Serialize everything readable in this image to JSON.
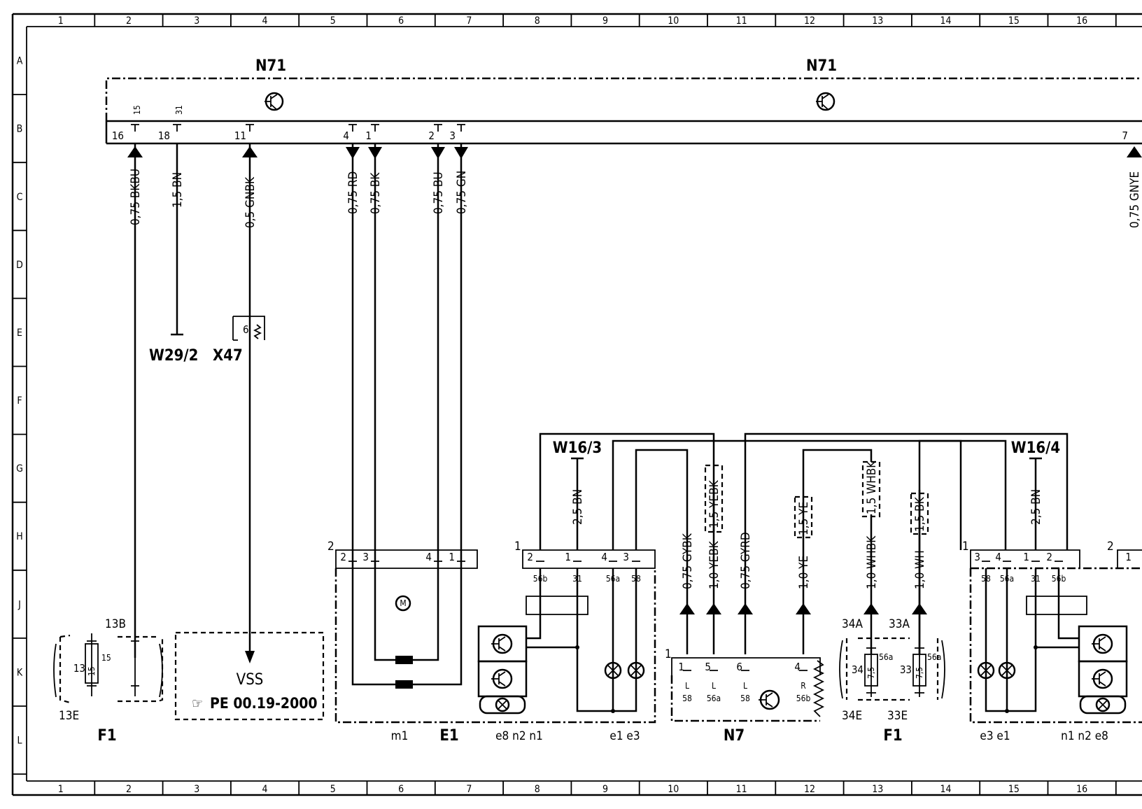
{
  "grid": {
    "columns": [
      "1",
      "2",
      "3",
      "4",
      "5",
      "6",
      "7",
      "8",
      "9",
      "10",
      "11",
      "12",
      "13",
      "14",
      "15",
      "16"
    ],
    "rows": [
      "A",
      "B",
      "C",
      "D",
      "E",
      "F",
      "G",
      "H",
      "J",
      "K",
      "L"
    ]
  },
  "components": {
    "n71_left": "N71",
    "n71_right": "N71",
    "w29_2": "W29/2",
    "x47": "X47",
    "f1_left": "F1",
    "e1": "E1",
    "n7": "N7",
    "f1_right": "F1",
    "w16_3": "W16/3",
    "w16_4": "W16/4"
  },
  "n71_pins": [
    {
      "num": "16",
      "term": "15"
    },
    {
      "num": "18",
      "term": "31"
    },
    {
      "num": "11",
      "term": ""
    },
    {
      "num": "4",
      "term": ""
    },
    {
      "num": "1",
      "term": ""
    },
    {
      "num": "2",
      "term": ""
    },
    {
      "num": "3",
      "term": ""
    },
    {
      "num": "7",
      "term": ""
    }
  ],
  "wires": {
    "bkbu": "0,75 BKBU",
    "bn15": "1,5 BN",
    "gnbk": "0,5 GNBK",
    "rd": "0,75 RD",
    "bk": "0,75 BK",
    "bu": "0,75 BU",
    "gn": "0,75 GN",
    "gnye": "0,75 GNYE",
    "bn25_left": "2,5 BN",
    "gybk": "0,75 GYBK",
    "yebk15": "1,5 YEBK",
    "yebk10": "1,0 YEBK",
    "gyrd": "0,75 GYRD",
    "ye15": "1,5 YE",
    "ye10": "1,0 YE",
    "whbk15": "1,5 WHBK",
    "whbk10": "1,0 WHBK",
    "bk15": "1,5 BK",
    "wh10": "1,0 WH",
    "bn25_right": "2,5 BN"
  },
  "x47_pin": "6",
  "vss": {
    "title": "VSS",
    "ref": "PE 00.19-2000"
  },
  "f1_left": {
    "top": "13B",
    "bottom": "13E",
    "fuse": "15",
    "num": "13",
    "side": "15"
  },
  "e1": {
    "conn2": "2",
    "conn2_pins": [
      "2",
      "3",
      "4",
      "1"
    ],
    "conn1": "1",
    "conn1_pins": [
      "2",
      "1",
      "4",
      "3"
    ],
    "terms": [
      "56b",
      "31",
      "56a",
      "58"
    ],
    "motor": "M",
    "labels": [
      "m1",
      "e8 n2 n1",
      "e1 e3"
    ]
  },
  "n7": {
    "conn": "1",
    "pins": [
      "1",
      "5",
      "6",
      "4"
    ],
    "terms": [
      {
        "top": "L",
        "bottom": "58"
      },
      {
        "top": "L",
        "bottom": "56a"
      },
      {
        "top": "L",
        "bottom": "58"
      },
      {
        "top": "R",
        "bottom": "56b"
      }
    ]
  },
  "f1_right": {
    "top_left": "34A",
    "top_right": "33A",
    "bottom_left": "34E",
    "bottom_right": "33E",
    "fuse_left": "7,5",
    "fuse_right": "7,5",
    "num_left": "34",
    "num_right": "33",
    "term_left": "56a",
    "term_right": "56a"
  },
  "right_unit": {
    "conn1": "1",
    "conn1_pins": [
      "3",
      "4",
      "1",
      "2"
    ],
    "terms": [
      "58",
      "56a",
      "31",
      "56b"
    ],
    "conn2": "2",
    "conn2_pin": "1",
    "labels": [
      "e3 e1",
      "n1 n2 e8"
    ]
  }
}
